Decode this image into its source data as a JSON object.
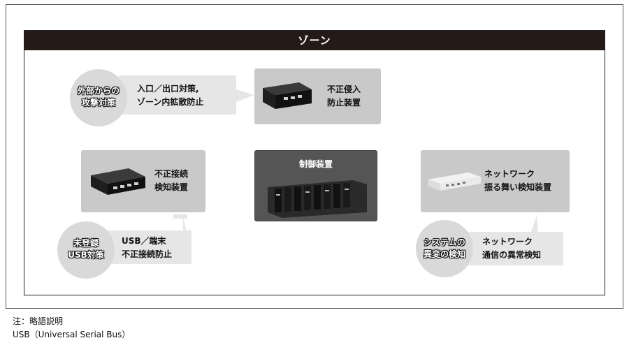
{
  "zone": {
    "title": "ゾーン"
  },
  "devices": {
    "intrusion": {
      "line1": "不正侵入",
      "line2": "防止装置",
      "device_icon": "network-appliance-icon"
    },
    "connection": {
      "line1": "不正接続",
      "line2": "検知装置",
      "device_icon": "network-appliance-icon"
    },
    "control": {
      "label": "制御装置",
      "device_icon": "plc-rack-icon"
    },
    "network_behavior": {
      "line1": "ネットワーク",
      "line2": "振る舞い検知装置",
      "device_icon": "rack-server-icon"
    }
  },
  "callouts": {
    "external": {
      "circle_line1": "外部からの",
      "circle_line2": "攻撃対策",
      "text_line1": "入口／出口対策,",
      "text_line2": "ゾーン内拡散防止"
    },
    "usb": {
      "circle_line1": "未登録",
      "circle_line2": "USB対策",
      "text_line1": "USB／端末",
      "text_line2": "不正接続防止"
    },
    "system": {
      "circle_line1": "システムの",
      "circle_line2": "異変の検知",
      "text_line1": "ネットワーク",
      "text_line2": "通信の異常検知"
    }
  },
  "notes": {
    "line1": "注：略語説明",
    "line2": "USB（Universal Serial Bus）"
  },
  "colors": {
    "header_bg": "#241b17",
    "box_bg": "#c9c9c9",
    "dark_box_bg": "#555555",
    "circle_bg": "#d9d9d9",
    "line": "#a0a0a0"
  }
}
